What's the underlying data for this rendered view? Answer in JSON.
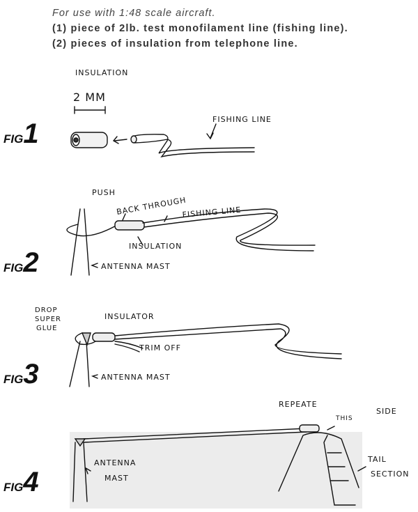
{
  "intro": {
    "line1": "For use with 1:48 scale aircraft.",
    "line2": "(1) piece of 2lb. test monofilament line (fishing line).",
    "line3": "(2) pieces of insulation from telephone line."
  },
  "fig1": {
    "label": "FIG",
    "number": "1",
    "insulation": "INSULATION",
    "size": "2 MM",
    "fishing_line": "FISHING LINE"
  },
  "fig2": {
    "label": "FIG",
    "number": "2",
    "push": "PUSH",
    "back": "BACK THROUGH",
    "fishing_line": "FISHING LINE",
    "insulation": "INSULATION",
    "mast": "ANTENNA MAST"
  },
  "fig3": {
    "label": "FIG",
    "number": "3",
    "drop": "DROP",
    "super": "SUPER",
    "glue": "GLUE",
    "insulator": "INSULATOR",
    "trim": "TRIM OFF",
    "mast": "ANTENNA MAST"
  },
  "fig4": {
    "label": "FIG",
    "number": "4",
    "repeat": "REPEATE",
    "this": "THIS",
    "side": "SIDE",
    "mast1": "ANTENNA",
    "mast2": "MAST",
    "tail1": "TAIL",
    "tail2": "SECTION"
  }
}
